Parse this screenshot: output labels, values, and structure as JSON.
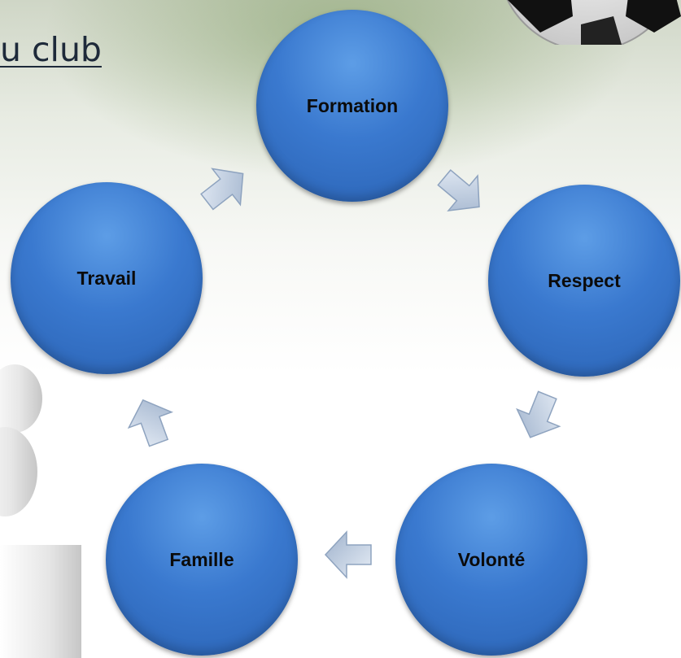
{
  "slide": {
    "title_fragment": "u club"
  },
  "diagram": {
    "type": "cycle",
    "nodes": [
      {
        "label": "Formation"
      },
      {
        "label": "Respect"
      },
      {
        "label": "Volonté"
      },
      {
        "label": "Famille"
      },
      {
        "label": "Travail"
      }
    ],
    "node_color": "#3a79cf",
    "arrow_color": "#a9bcd6",
    "arrow_icon": "cycle-arrow-icon"
  }
}
